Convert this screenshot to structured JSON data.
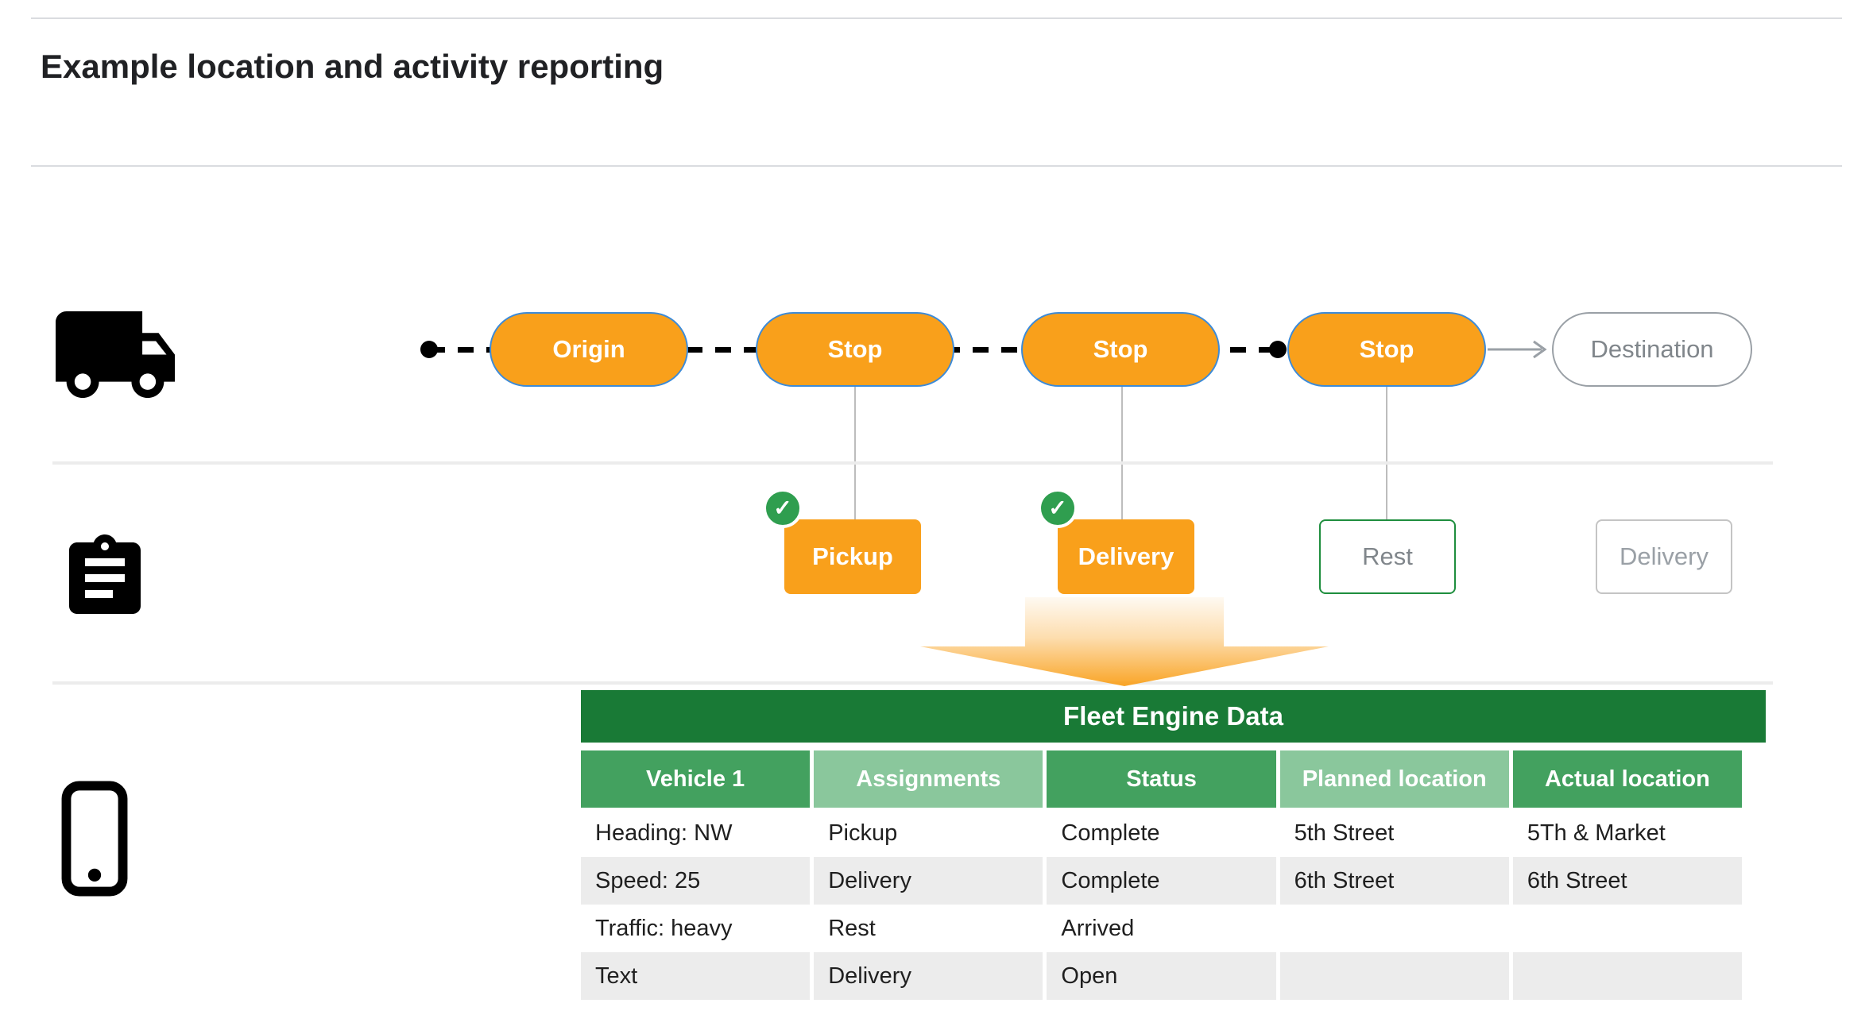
{
  "page": {
    "title": "Example location and activity reporting"
  },
  "route": {
    "nodes": [
      {
        "label": "Origin",
        "state": "active"
      },
      {
        "label": "Stop",
        "state": "active"
      },
      {
        "label": "Stop",
        "state": "active"
      },
      {
        "label": "Stop",
        "state": "active"
      },
      {
        "label": "Destination",
        "state": "future"
      }
    ]
  },
  "activities": [
    {
      "label": "Pickup",
      "state": "complete"
    },
    {
      "label": "Delivery",
      "state": "complete"
    },
    {
      "label": "Rest",
      "state": "current"
    },
    {
      "label": "Delivery",
      "state": "future"
    }
  ],
  "check_glyph": "✓",
  "table": {
    "title": "Fleet Engine Data",
    "columns": [
      "Vehicle 1",
      "Assignments",
      "Status",
      "Planned location",
      "Actual location"
    ],
    "rows": [
      [
        "Heading: NW",
        "Pickup",
        "Complete",
        "5th Street",
        "5Th & Market"
      ],
      [
        "Speed: 25",
        "Delivery",
        "Complete",
        "6th Street",
        "6th Street"
      ],
      [
        "Traffic: heavy",
        "Rest",
        "Arrived",
        "",
        ""
      ],
      [
        "Text",
        "Delivery",
        "Open",
        "",
        ""
      ]
    ]
  },
  "icons": {
    "truck": "truck-icon",
    "clipboard": "clipboard-icon",
    "phone": "smartphone-icon"
  },
  "colors": {
    "orange": "#F9A01B",
    "green_dark": "#197A36",
    "green_mid": "#43A15F",
    "green_light": "#8AC79C",
    "check_green": "#2F9E4F",
    "row_alt_gray": "#ECECEC",
    "muted_text": "#80868B"
  }
}
